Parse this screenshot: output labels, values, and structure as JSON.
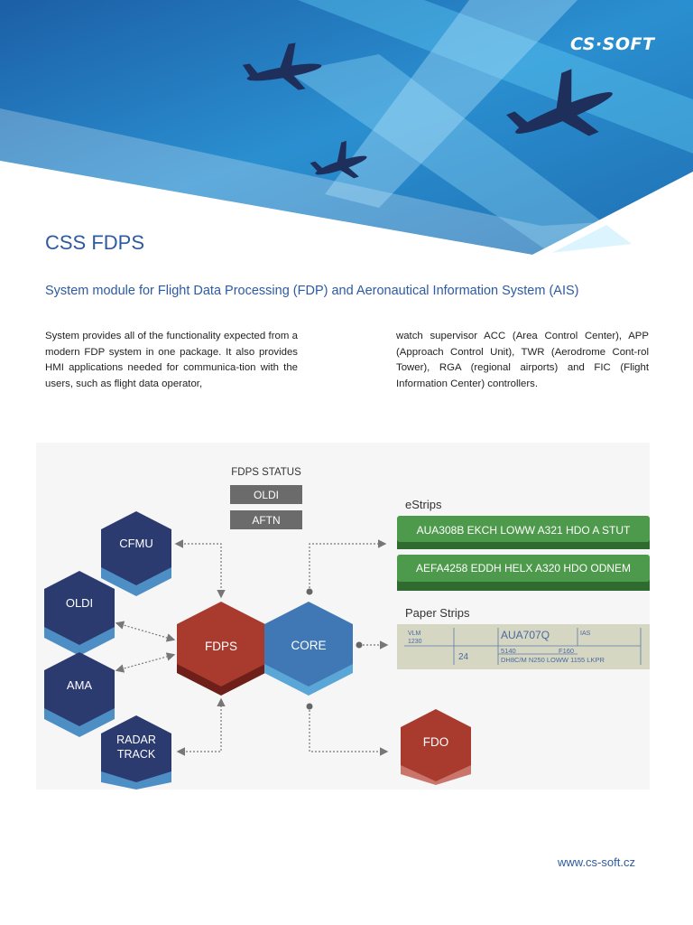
{
  "header": {
    "logo_text": "CS·SOFT",
    "colors": {
      "sky_dark": "#1f6fb2",
      "sky_light": "#3fb3e6",
      "plane": "#1e2f5c"
    }
  },
  "document": {
    "title": "CSS FDPS",
    "subtitle": "System module for Flight Data Processing (FDP) and Aeronautical Information System (AIS)",
    "paragraph_left": "System provides all of the functionality expected from a modern FDP system in one package. It also provides HMI applications needed for communica-tion with the users, such as flight data operator,",
    "paragraph_right": "watch supervisor ACC (Area Control Center), APP (Approach Control Unit), TWR (Aerodrome Cont-rol Tower), RGA (regional airports) and FIC (Flight Information Center) controllers."
  },
  "diagram": {
    "status_title": "FDPS STATUS",
    "status_items": [
      "OLDI",
      "AFTN"
    ],
    "nodes": {
      "cfmu": "CFMU",
      "oldi": "OLDI",
      "ama": "AMA",
      "radar_line1": "RADAR",
      "radar_line2": "TRACK",
      "fdps": "FDPS",
      "core": "CORE",
      "fdo": "FDO"
    },
    "estrips": {
      "title": "eStrips",
      "items": [
        "AUA308B EKCH LOWW A321 HDO A STUT",
        "AEFA4258 EDDH HELX A320 HDO ODNEM"
      ]
    },
    "paper_strips": {
      "title": "Paper Strips",
      "vlm": "VLM",
      "time": "1230",
      "number": "24",
      "callsign": "AUA707Q",
      "ias": "IAS",
      "code": "5140",
      "level": "F160",
      "route": "DH8C/M N250 LOWW 1155 LKPR"
    },
    "colors": {
      "navy_hex": "#2b3a6f",
      "navy_base": "#4d8fc4",
      "red_hex": "#a83a2e",
      "blue_hex": "#3f78b5",
      "green_strip": "#4e9a4c",
      "paper_strip": "#d6d7c3"
    }
  },
  "footer": {
    "url": "www.cs-soft.cz"
  }
}
